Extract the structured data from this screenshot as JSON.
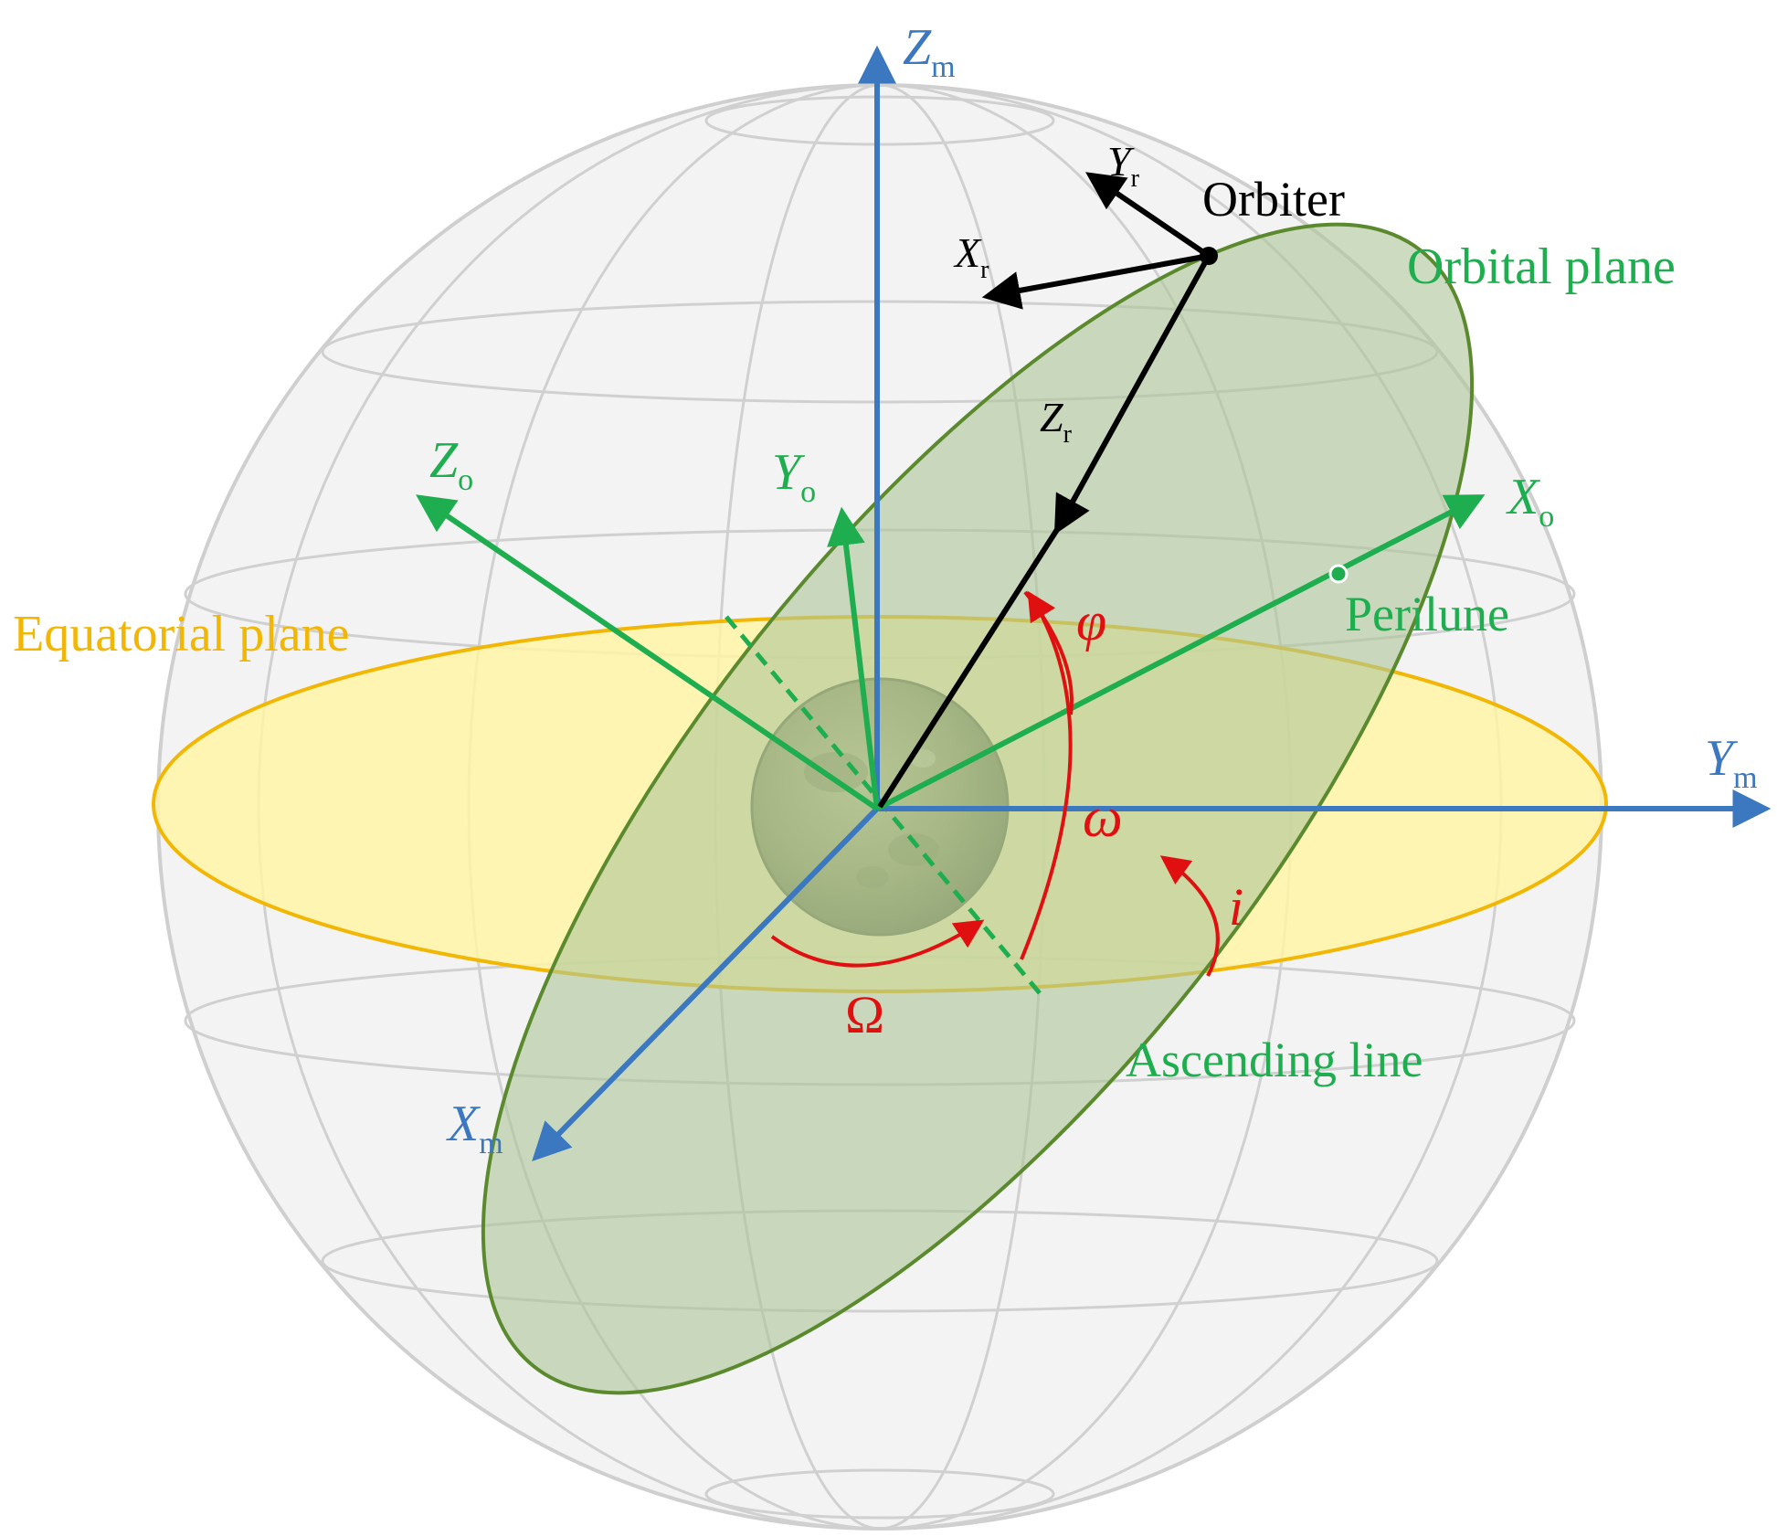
{
  "colors": {
    "blue_axes": "#3b78c0",
    "green_orbit": "#1fae4f",
    "orbit_fill": "#aec69a",
    "orbit_edge": "#5b8a2e",
    "equator_fill": "#fff5a6",
    "equator_edge": "#f2b705",
    "black": "#000000",
    "red": "#e01010",
    "grid": "#cfcfcf",
    "sphere_fill": "#f3f3f3",
    "moon": "#9a9f66"
  },
  "labels": {
    "zm": {
      "main": "Z",
      "sub": "m"
    },
    "ym": {
      "main": "Y",
      "sub": "m"
    },
    "xm": {
      "main": "X",
      "sub": "m"
    },
    "zo": {
      "main": "Z",
      "sub": "o"
    },
    "yo": {
      "main": "Y",
      "sub": "o"
    },
    "xo": {
      "main": "X",
      "sub": "o"
    },
    "xr": {
      "main": "X",
      "sub": "r"
    },
    "yr": {
      "main": "Y",
      "sub": "r"
    },
    "zr": {
      "main": "Z",
      "sub": "r"
    },
    "orbiter": "Orbiter",
    "orbital_plane": "Orbital plane",
    "equatorial_plane": "Equatorial plane",
    "perilune": "Perilune",
    "ascending_line": "Ascending line",
    "phi": "φ",
    "omega_small": "ω",
    "inclination": "i",
    "omega_capital": "Ω"
  }
}
